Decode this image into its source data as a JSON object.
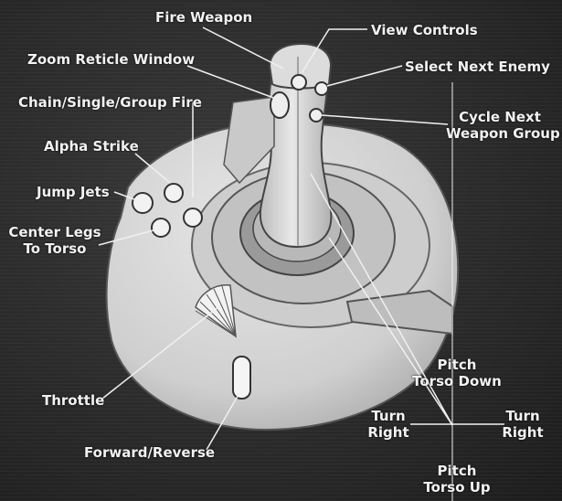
{
  "labels": {
    "fire_weapon": "Fire Weapon",
    "view_controls": "View Controls",
    "zoom_reticle_window": "Zoom Reticle Window",
    "select_next_enemy": "Select Next Enemy",
    "chain_single_group_fire": "Chain/Single/Group Fire",
    "cycle_next": "Cycle Next",
    "weapon_group": "Weapon Group",
    "alpha_strike": "Alpha Strike",
    "jump_jets": "Jump Jets",
    "center_legs": "Center Legs",
    "to_torso": "To Torso",
    "throttle": "Throttle",
    "forward_reverse": "Forward/Reverse",
    "pitch_down_1": "Pitch",
    "pitch_down_2": "Torso Down",
    "turn_right_left_1": "Turn",
    "turn_right_left_2": "Right",
    "turn_right_right_1": "Turn",
    "turn_right_right_2": "Right",
    "pitch_up_1": "Pitch",
    "pitch_up_2": "Torso Up"
  },
  "colors": {
    "background": "#2b2b2b",
    "joystick_body": "#d6d6d6",
    "label_text": "#f2f2f2",
    "leader_line": "#f0f0f0"
  }
}
